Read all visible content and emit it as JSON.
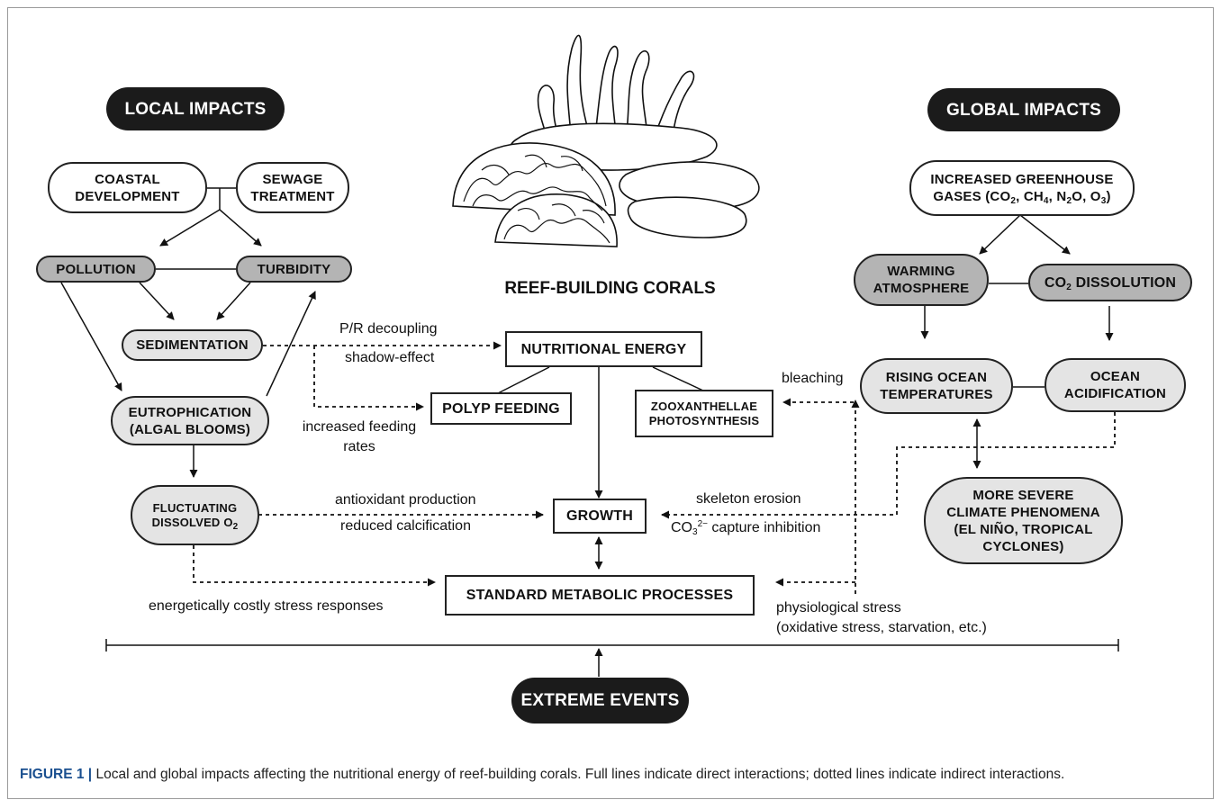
{
  "center_title": "REEF-BUILDING CORALS",
  "headers": {
    "local": "LOCAL IMPACTS",
    "global": "GLOBAL IMPACTS",
    "extreme": "EXTREME EVENTS"
  },
  "nodes": {
    "coastal_development": [
      "COASTAL",
      "DEVELOPMENT"
    ],
    "sewage_treatment": [
      "SEWAGE",
      "TREATMENT"
    ],
    "pollution": "POLLUTION",
    "turbidity": "TURBIDITY",
    "sedimentation": "SEDIMENTATION",
    "eutrophication": [
      "EUTROPHICATION",
      "(ALGAL BLOOMS)"
    ],
    "fluctuating_o2": [
      "FLUCTUATING",
      "DISSOLVED O",
      "2"
    ],
    "greenhouse": [
      "INCREASED GREENHOUSE",
      "GASES (CO",
      "2",
      ", CH",
      "4",
      ", N",
      "2",
      "O, O",
      "3",
      ")"
    ],
    "warming_atmosphere": [
      "WARMING",
      "ATMOSPHERE"
    ],
    "co2_dissolution": [
      "CO",
      "2",
      " DISSOLUTION"
    ],
    "rising_temps": [
      "RISING OCEAN",
      "TEMPERATURES"
    ],
    "acidification": [
      "OCEAN",
      "ACIDIFICATION"
    ],
    "climate_phenomena": [
      "MORE SEVERE",
      "CLIMATE PHENOMENA",
      "(EL NIÑO, TROPICAL",
      "CYCLONES)"
    ],
    "nutritional_energy": "NUTRITIONAL ENERGY",
    "polyp_feeding": "POLYP FEEDING",
    "zooxanthellae": [
      "ZOOXANTHELLAE",
      "PHOTOSYNTHESIS"
    ],
    "growth": "GROWTH",
    "metabolic": "STANDARD METABOLIC PROCESSES"
  },
  "edge_labels": {
    "pr_decoupling": "P/R decoupling",
    "shadow_effect": "shadow-effect",
    "increased_feeding": [
      "increased feeding",
      "rates"
    ],
    "bleaching": "bleaching",
    "antioxidant": "antioxidant production",
    "reduced_calcification": "reduced calcification",
    "skeleton_erosion": "skeleton erosion",
    "co3_capture": [
      "CO",
      "3",
      "2−",
      " capture inhibition"
    ],
    "energetically_costly": "energetically costly stress responses",
    "physiological_stress": [
      "physiological stress",
      "(oxidative stress, starvation, etc.)"
    ]
  },
  "caption": {
    "lead": "FIGURE 1 |",
    "text": "Local and global impacts affecting the nutritional energy of reef-building corals. Full lines indicate direct interactions; dotted lines indicate indirect interactions."
  }
}
